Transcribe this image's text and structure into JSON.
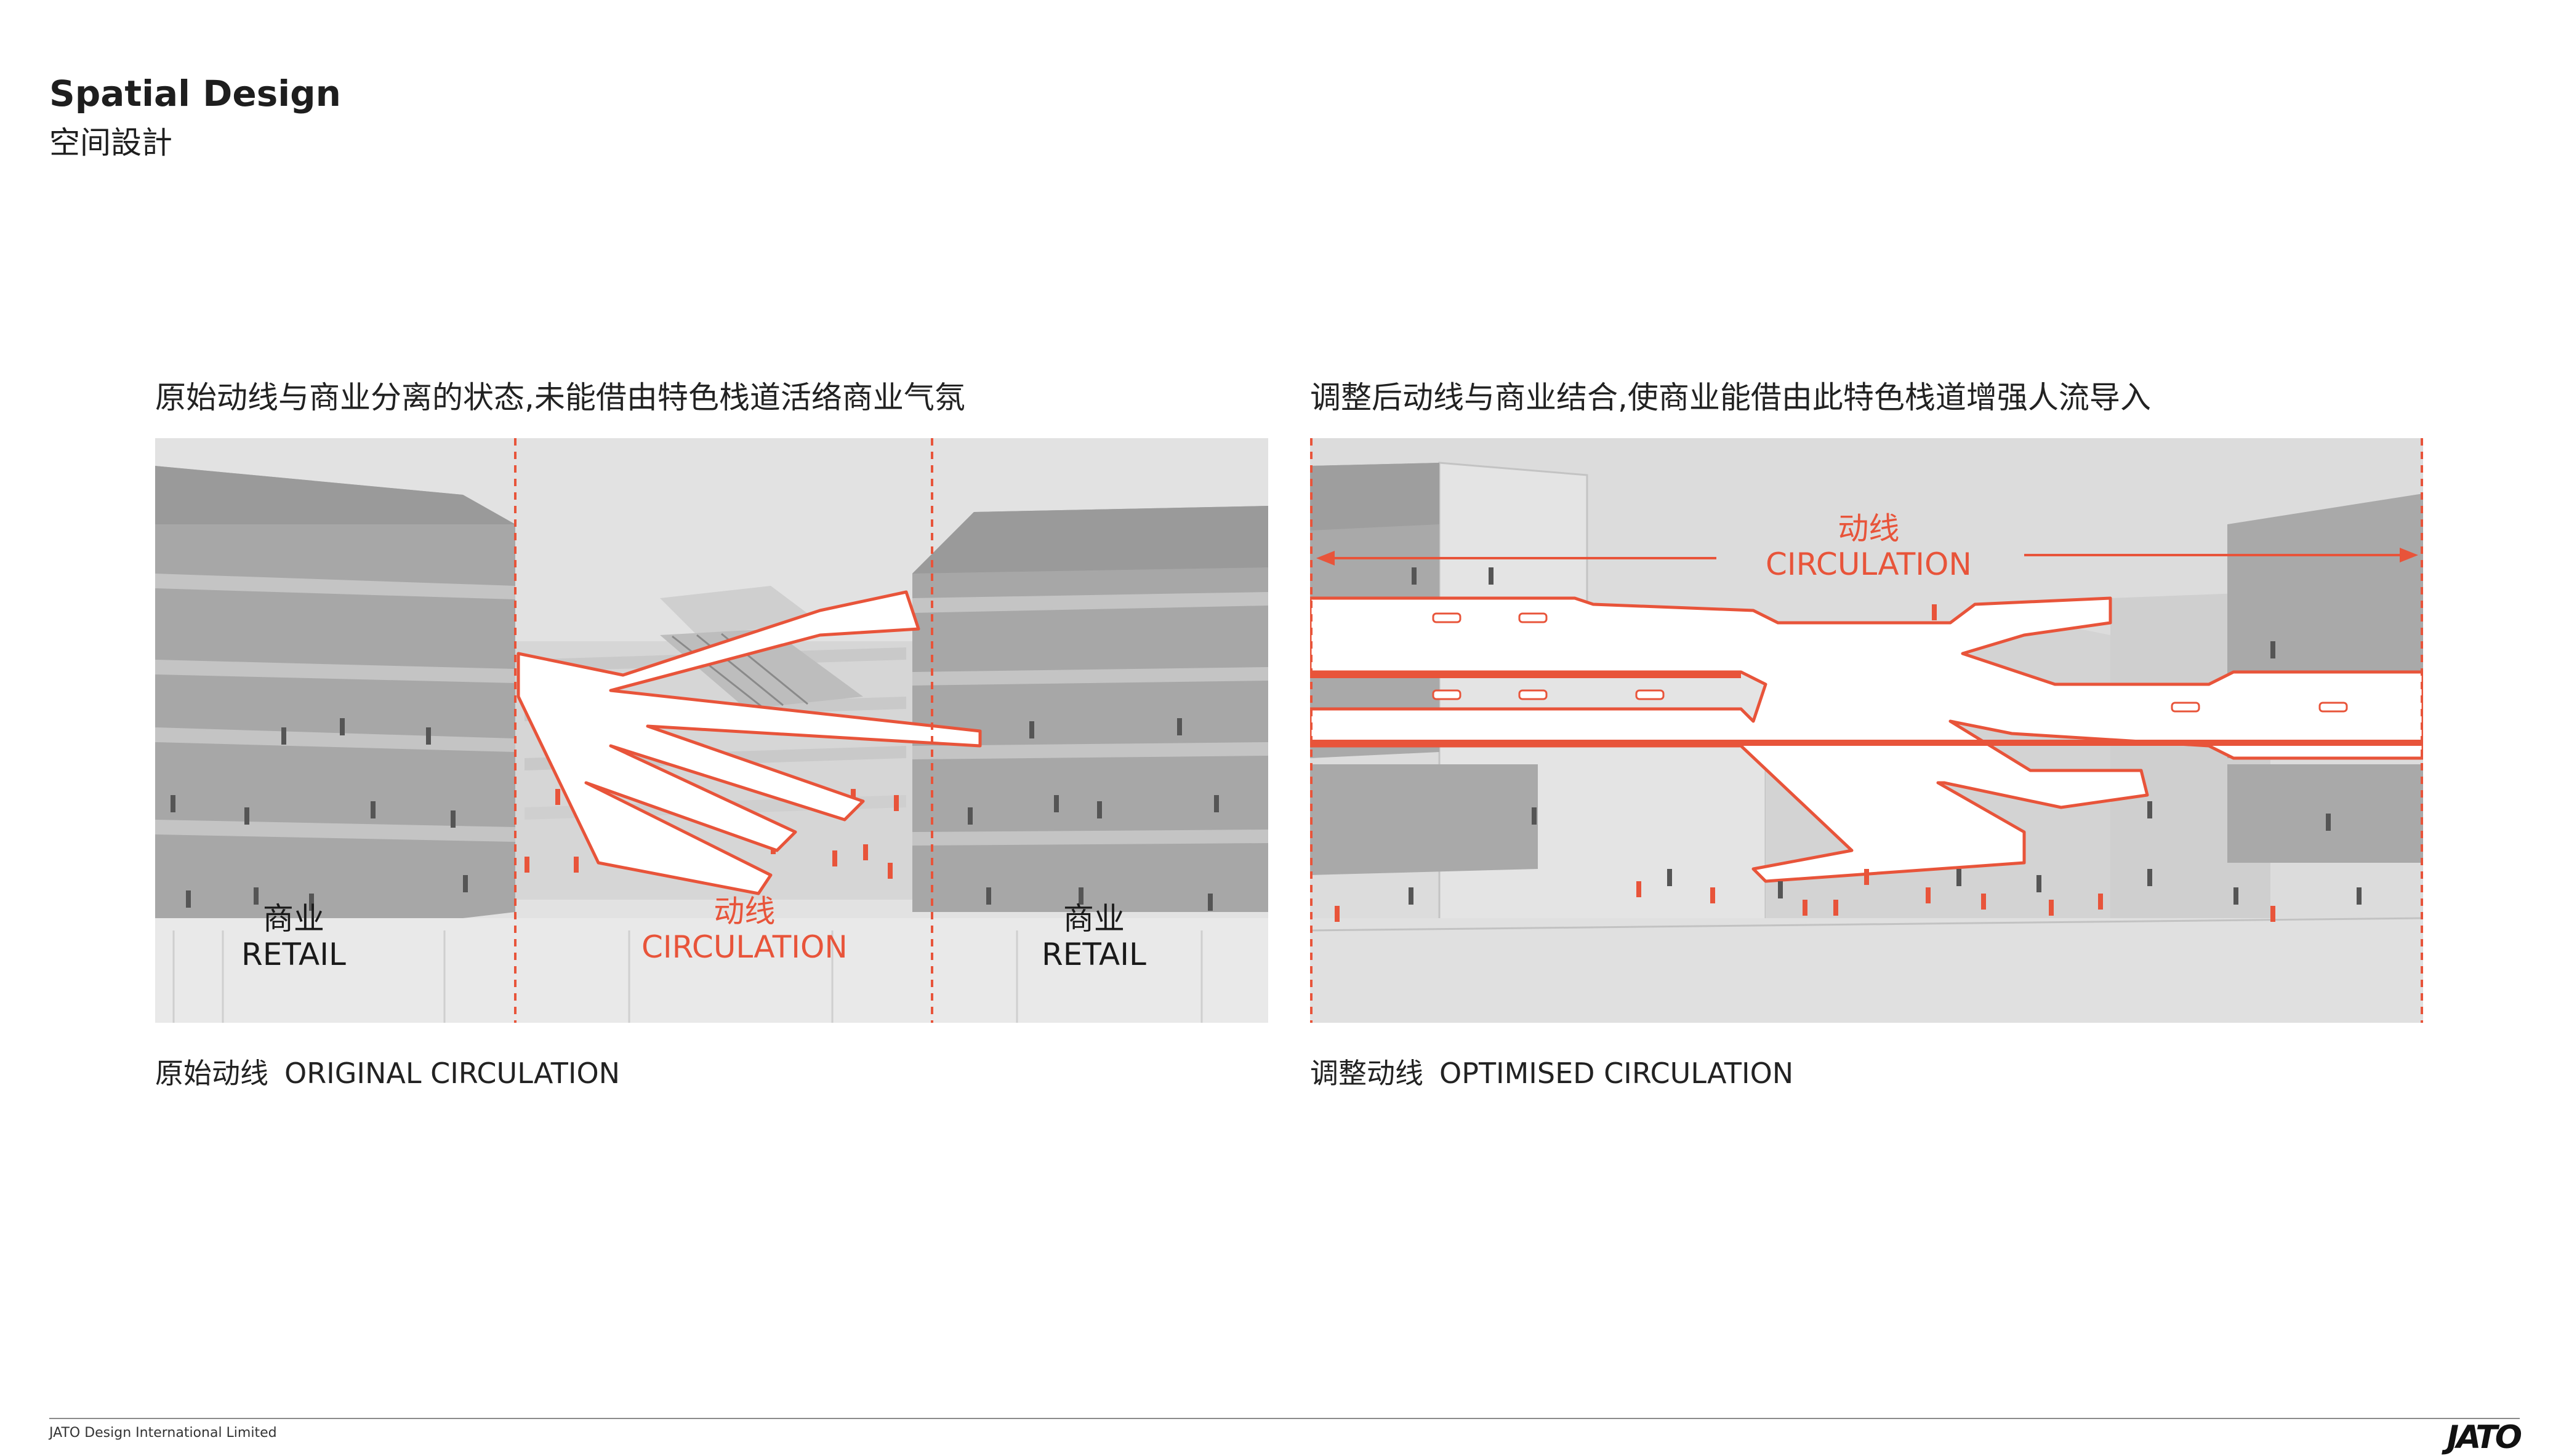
{
  "header": {
    "title_en": "Spatial Design",
    "title_cn": "空间設計"
  },
  "left": {
    "heading": "原始动线与商业分离的状态,未能借由特色栈道活络商业气氛",
    "retail_left_cn": "商业",
    "retail_left_en": "RETAIL",
    "retail_right_cn": "商业",
    "retail_right_en": "RETAIL",
    "circulation_cn": "动线",
    "circulation_en": "CIRCULATION",
    "caption_cn": "原始动线",
    "caption_en": "ORIGINAL CIRCULATION"
  },
  "right": {
    "heading": "调整后动线与商业结合,使商业能借由此特色栈道增强人流导入",
    "circulation_cn": "动线",
    "circulation_en": "CIRCULATION",
    "caption_cn": "调整动线",
    "caption_en": "OPTIMISED CIRCULATION"
  },
  "footer": {
    "company": "JATO Design International Limited",
    "logo": "JATO"
  },
  "colors": {
    "accent": "#e8543a",
    "building_dark": "#9c9c9c",
    "building_mid": "#b7b7b7",
    "background_panel": "#e2e2e2"
  }
}
